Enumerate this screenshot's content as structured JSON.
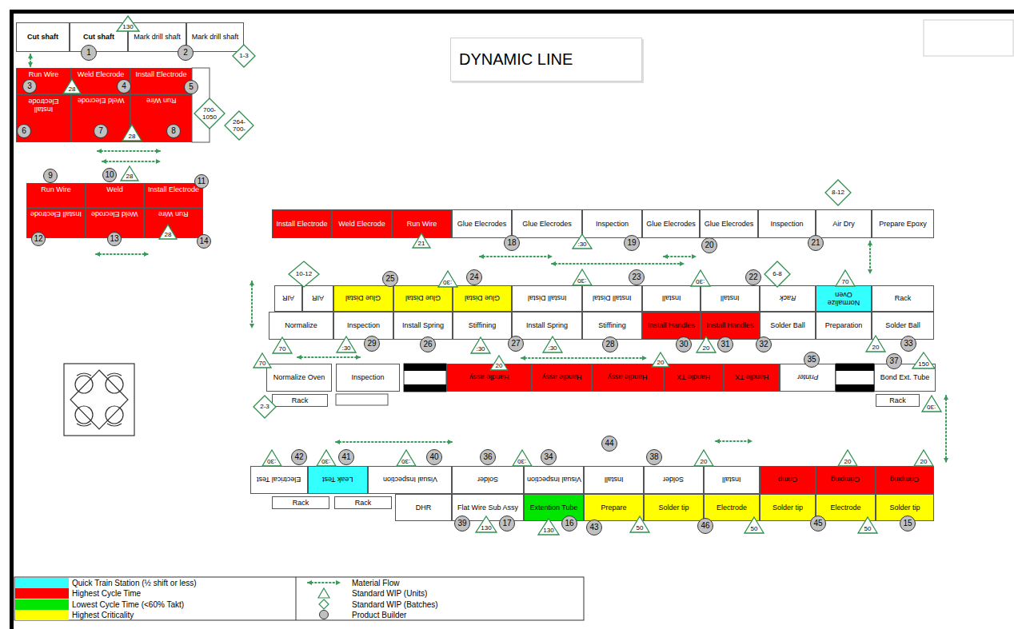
{
  "diagram": {
    "title": "DYNAMIC LINE",
    "nodes": [
      {
        "text": [
          "Cut shaft"
        ]
      },
      {
        "text": [
          "Cut shaft"
        ]
      },
      {
        "text": [
          "Mark drill shaft"
        ]
      },
      {
        "text": [
          "Mark drill shaft"
        ]
      },
      {
        "text": [
          "130"
        ]
      },
      {
        "text": [
          "1"
        ]
      },
      {
        "text": [
          "2"
        ]
      },
      {
        "text": [
          "1-3"
        ]
      },
      {
        "text": [
          "Run Wire"
        ]
      },
      {
        "text": [
          "Weld Elecrode"
        ]
      },
      {
        "text": [
          "Install Electrode"
        ]
      },
      {
        "text": [
          "Install Electrode"
        ]
      },
      {
        "text": [
          "Weld Elecrode"
        ]
      },
      {
        "text": [
          "Run Wire"
        ]
      },
      {
        "text": [
          "3"
        ]
      },
      {
        "text": [
          "28"
        ]
      },
      {
        "text": [
          "4"
        ]
      },
      {
        "text": [
          "5"
        ]
      },
      {
        "text": [
          "6"
        ]
      },
      {
        "text": [
          "7"
        ]
      },
      {
        "text": [
          "28"
        ]
      },
      {
        "text": [
          "8"
        ]
      },
      {
        "text": [
          "700- 1050"
        ]
      },
      {
        "text": [
          "264- 700-"
        ]
      },
      {
        "text": [
          "Run Wire"
        ]
      },
      {
        "text": [
          "Weld"
        ]
      },
      {
        "text": [
          "Install Electrode"
        ]
      },
      {
        "text": [
          "Install Electrode"
        ]
      },
      {
        "text": [
          "Weld Elecrode"
        ]
      },
      {
        "text": [
          "Run Wire"
        ]
      },
      {
        "text": [
          "9"
        ]
      },
      {
        "text": [
          "10"
        ]
      },
      {
        "text": [
          "28"
        ]
      },
      {
        "text": [
          "11"
        ]
      },
      {
        "text": [
          "12"
        ]
      },
      {
        "text": [
          "13"
        ]
      },
      {
        "text": [
          "28"
        ]
      },
      {
        "text": [
          "14"
        ]
      },
      {
        "text": [
          "Install Electrode"
        ]
      },
      {
        "text": [
          "Weld Elecrode"
        ]
      },
      {
        "text": [
          "Run Wire"
        ]
      },
      {
        "text": [
          "Glue Elecrodes"
        ]
      },
      {
        "text": [
          "Glue Elecrodes"
        ]
      },
      {
        "text": [
          "Inspection"
        ]
      },
      {
        "text": [
          "Glue Elecrodes"
        ]
      },
      {
        "text": [
          "Glue Elecrodes"
        ]
      },
      {
        "text": [
          "Inspection"
        ]
      },
      {
        "text": [
          "Air Dry"
        ]
      },
      {
        "text": [
          "Prepare Epoxy"
        ]
      },
      {
        "text": [
          "21"
        ]
      },
      {
        "text": [
          "18"
        ]
      },
      {
        "text": [
          ":30"
        ]
      },
      {
        "text": [
          "19"
        ]
      },
      {
        "text": [
          "20"
        ]
      },
      {
        "text": [
          "21"
        ]
      },
      {
        "text": [
          "8-12"
        ]
      },
      {
        "text": [
          "AIR"
        ]
      },
      {
        "text": [
          "AIR"
        ]
      },
      {
        "text": [
          "Glue Distal"
        ]
      },
      {
        "text": [
          "Glue Distal"
        ]
      },
      {
        "text": [
          "Glue Distal"
        ]
      },
      {
        "text": [
          "Install Distal"
        ]
      },
      {
        "text": [
          "Install Distal"
        ]
      },
      {
        "text": [
          "Install"
        ]
      },
      {
        "text": [
          "Install"
        ]
      },
      {
        "text": [
          "Rack"
        ]
      },
      {
        "text": [
          "Normalize Oven"
        ]
      },
      {
        "text": [
          "Rack"
        ]
      },
      {
        "text": [
          "Normalize"
        ]
      },
      {
        "text": [
          "Inspection"
        ]
      },
      {
        "text": [
          "Install Spring"
        ]
      },
      {
        "text": [
          "Stiffining"
        ]
      },
      {
        "text": [
          "Install Spring"
        ]
      },
      {
        "text": [
          "Stiffining"
        ]
      },
      {
        "text": [
          "Install Handles"
        ]
      },
      {
        "text": [
          "Install Handles"
        ]
      },
      {
        "text": [
          "Solder Ball"
        ]
      },
      {
        "text": [
          "Preparation"
        ]
      },
      {
        "text": [
          "Solder Ball"
        ]
      },
      {
        "text": [
          "10-12"
        ]
      },
      {
        "text": [
          "25"
        ]
      },
      {
        "text": [
          ":30"
        ]
      },
      {
        "text": [
          "24"
        ]
      },
      {
        "text": [
          ":30"
        ]
      },
      {
        "text": [
          "23"
        ]
      },
      {
        "text": [
          ":30"
        ]
      },
      {
        "text": [
          "22"
        ]
      },
      {
        "text": [
          "6-8"
        ]
      },
      {
        "text": [
          "70"
        ]
      },
      {
        "text": [
          "70"
        ]
      },
      {
        "text": [
          ":30"
        ]
      },
      {
        "text": [
          "29"
        ]
      },
      {
        "text": [
          "26"
        ]
      },
      {
        "text": [
          ":30"
        ]
      },
      {
        "text": [
          "27"
        ]
      },
      {
        "text": [
          ":30"
        ]
      },
      {
        "text": [
          "28"
        ]
      },
      {
        "text": [
          "30"
        ]
      },
      {
        "text": [
          "20"
        ]
      },
      {
        "text": [
          "31"
        ]
      },
      {
        "text": [
          "32"
        ]
      },
      {
        "text": [
          "20"
        ]
      },
      {
        "text": [
          "33"
        ]
      },
      {
        "text": [
          "Normalize Oven"
        ]
      },
      {
        "text": [
          "Rack"
        ]
      },
      {
        "text": [
          "Inspection"
        ]
      },
      {
        "text": [
          "Handle assy"
        ]
      },
      {
        "text": [
          "Handle assy"
        ]
      },
      {
        "text": [
          "Handle assy"
        ]
      },
      {
        "text": [
          "Handle TX"
        ]
      },
      {
        "text": [
          "Handle TX"
        ]
      },
      {
        "text": [
          "Printer"
        ]
      },
      {
        "text": [
          "Bond Ext. Tube"
        ]
      },
      {
        "text": [
          "Rack"
        ]
      },
      {
        "text": [
          "70"
        ]
      },
      {
        "text": [
          "2-3"
        ]
      },
      {
        "text": [
          "20"
        ]
      },
      {
        "text": [
          "20"
        ]
      },
      {
        "text": [
          "35"
        ]
      },
      {
        "text": [
          "37"
        ]
      },
      {
        "text": [
          "150"
        ]
      },
      {
        "text": [
          ":30"
        ]
      },
      {
        "text": [
          "Electrical Test"
        ]
      },
      {
        "text": [
          "Leak Test"
        ]
      },
      {
        "text": [
          "Visual Inspection"
        ]
      },
      {
        "text": [
          "Solder"
        ]
      },
      {
        "text": [
          "Visual Inspection"
        ]
      },
      {
        "text": [
          "Install"
        ]
      },
      {
        "text": [
          "Solder"
        ]
      },
      {
        "text": [
          "Install"
        ]
      },
      {
        "text": [
          "Crimp"
        ]
      },
      {
        "text": [
          "Crimping"
        ]
      },
      {
        "text": [
          "Crimping"
        ]
      },
      {
        "text": [
          "Rack"
        ]
      },
      {
        "text": [
          "Rack"
        ]
      },
      {
        "text": [
          "DHR"
        ]
      },
      {
        "text": [
          "Flat Wire Sub Assy"
        ]
      },
      {
        "text": [
          "Extention Tube"
        ]
      },
      {
        "text": [
          "Prepare"
        ]
      },
      {
        "text": [
          "Solder tip"
        ]
      },
      {
        "text": [
          "Electrode"
        ]
      },
      {
        "text": [
          "Solder tip"
        ]
      },
      {
        "text": [
          "Electrode"
        ]
      },
      {
        "text": [
          "Solder tip"
        ]
      },
      {
        "text": [
          ":30"
        ]
      },
      {
        "text": [
          "42"
        ]
      },
      {
        "text": [
          ":30"
        ]
      },
      {
        "text": [
          "41"
        ]
      },
      {
        "text": [
          ":30"
        ]
      },
      {
        "text": [
          "40"
        ]
      },
      {
        "text": [
          "36"
        ]
      },
      {
        "text": [
          ":30"
        ]
      },
      {
        "text": [
          "34"
        ]
      },
      {
        "text": [
          "44"
        ]
      },
      {
        "text": [
          "38"
        ]
      },
      {
        "text": [
          "20"
        ]
      },
      {
        "text": [
          "20"
        ]
      },
      {
        "text": [
          "20"
        ]
      },
      {
        "text": [
          "39"
        ]
      },
      {
        "text": [
          "130"
        ]
      },
      {
        "text": [
          "17"
        ]
      },
      {
        "text": [
          "16"
        ]
      },
      {
        "text": [
          "130"
        ]
      },
      {
        "text": [
          "43"
        ]
      },
      {
        "text": [
          "50"
        ]
      },
      {
        "text": [
          "46"
        ]
      },
      {
        "text": [
          "50"
        ]
      },
      {
        "text": [
          "45"
        ]
      },
      {
        "text": [
          "50"
        ]
      },
      {
        "text": [
          "15"
        ]
      }
    ],
    "legend": [
      {
        "text": "Quick Train Station (½ shift or less)",
        "color": "#33FFFF"
      },
      {
        "text": "Highest Cycle Time",
        "color": "#FF0000"
      },
      {
        "text": "Lowest Cycle Time (<60% Takt)",
        "color": "#00E600"
      },
      {
        "text": "Highest Criticality",
        "color": "#FFFF00"
      },
      {
        "text": "Material Flow"
      },
      {
        "text": "Standard WIP (Units)"
      },
      {
        "text": "Standard WIP (Batches)"
      },
      {
        "text": "Product Builder"
      }
    ]
  }
}
